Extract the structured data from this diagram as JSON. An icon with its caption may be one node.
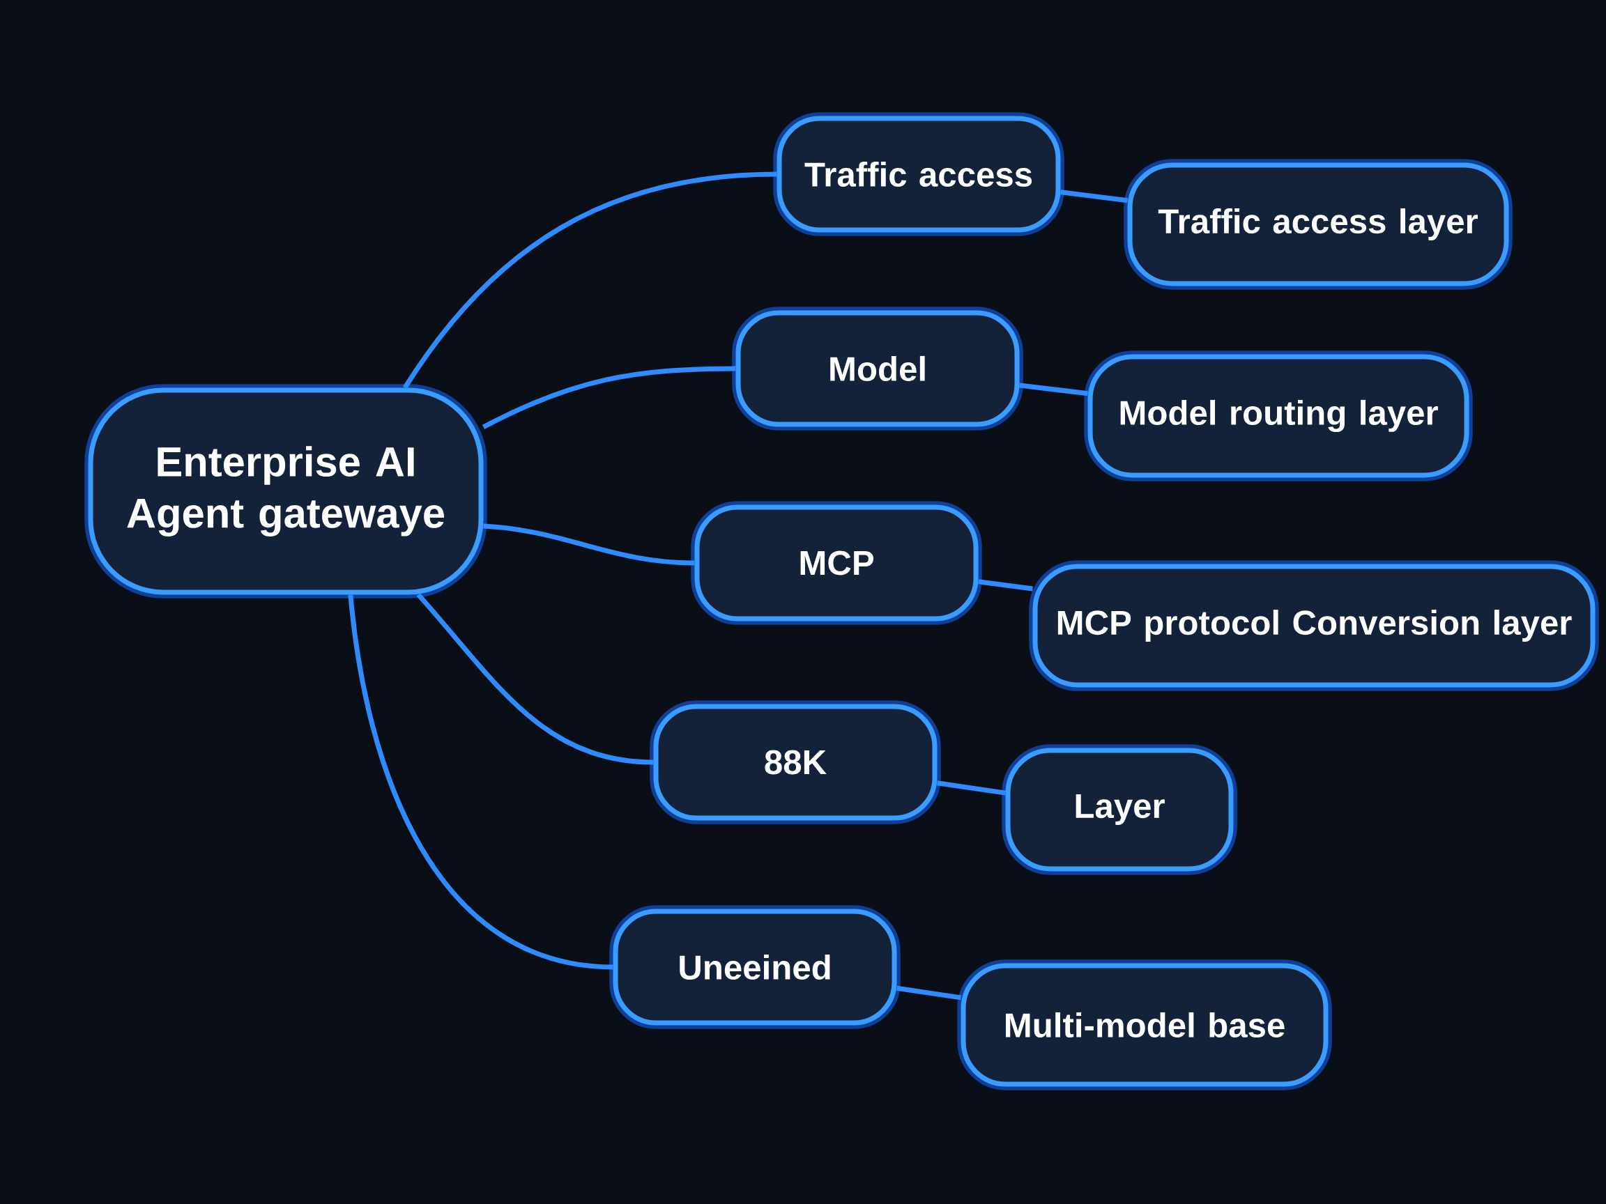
{
  "diagram": {
    "nodes": [
      {
        "text": [
          "Enterprise AI Agent gatewaye"
        ]
      },
      {
        "text": [
          "Traffic access"
        ]
      },
      {
        "text": [
          "Traffic access layer"
        ]
      },
      {
        "text": [
          "Model"
        ]
      },
      {
        "text": [
          "Model routing layer"
        ]
      },
      {
        "text": [
          "MCP"
        ]
      },
      {
        "text": [
          "MCP protocol Conversion layer"
        ]
      },
      {
        "text": [
          "88K"
        ]
      },
      {
        "text": [
          "Layer"
        ]
      },
      {
        "text": [
          "Uneeined"
        ]
      },
      {
        "text": [
          "Multi-model base"
        ]
      }
    ],
    "edges": [
      {
        "from": 0,
        "to": 1,
        "arrow": "none"
      },
      {
        "from": 0,
        "to": 3,
        "arrow": "none"
      },
      {
        "from": 0,
        "to": 5,
        "arrow": "none"
      },
      {
        "from": 0,
        "to": 7,
        "arrow": "none"
      },
      {
        "from": 0,
        "to": 9,
        "arrow": "none"
      },
      {
        "from": 1,
        "to": 2,
        "arrow": "none"
      },
      {
        "from": 3,
        "to": 4,
        "arrow": "none"
      },
      {
        "from": 5,
        "to": 6,
        "arrow": "none"
      },
      {
        "from": 7,
        "to": 8,
        "arrow": "none"
      },
      {
        "from": 9,
        "to": 10,
        "arrow": "none"
      }
    ]
  }
}
